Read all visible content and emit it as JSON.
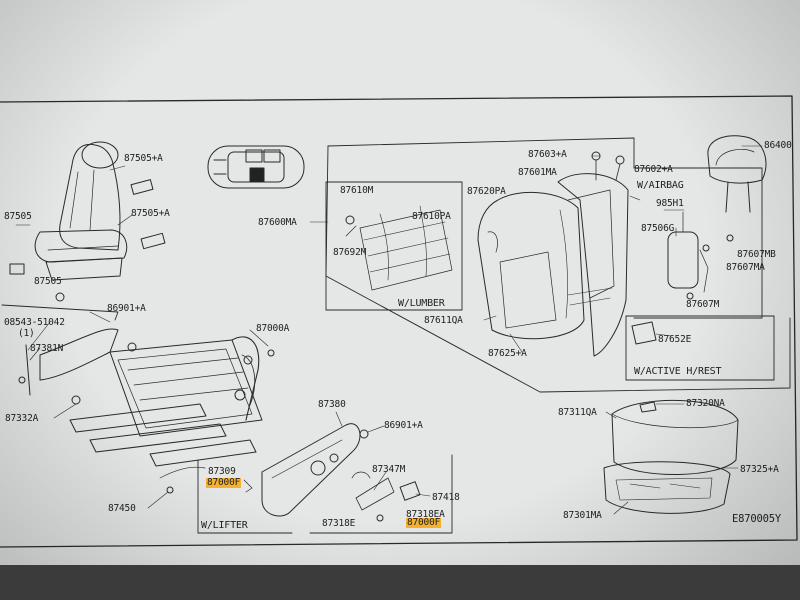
{
  "diagram_code": "E870005Y",
  "sections": {
    "lumber": "W/LUMBER",
    "airbag": "W/AIRBAG",
    "active_rest": "W/ACTIVE H/REST",
    "lifter": "W/LIFTER"
  },
  "parts": {
    "p87505a_top": "87505+A",
    "p87505": "87505",
    "p87505a_mid": "87505+A",
    "p87505_low": "87505",
    "p08543": "08543-51042",
    "p08543_qty": "(1)",
    "p86901a_top": "86901+A",
    "p87381n": "87381N",
    "p87332a": "87332A",
    "p87000a": "87000A",
    "p87450": "87450",
    "p87380": "87380",
    "p86901a_mid": "86901+A",
    "p87309": "87309",
    "p87000f_1": "87000F",
    "p87347m": "87347M",
    "p87418": "87418",
    "p87318ea": "87318EA",
    "p87000f_2": "87000F",
    "p87318e": "87318E",
    "p87600ma": "87600MA",
    "p87610m": "87610M",
    "p87610pa": "87610PA",
    "p87692m": "87692M",
    "p87620pa": "87620PA",
    "p87611qa": "87611QA",
    "p87625a": "87625+A",
    "p87603a": "87603+A",
    "p87601ma": "87601MA",
    "p87602a": "87602+A",
    "p985h1": "985H1",
    "p87506g": "87506G",
    "p87607mb": "87607MB",
    "p87607ma": "87607MA",
    "p87607m": "87607M",
    "p87652e": "87652E",
    "p86400": "86400",
    "p87311qa": "87311QA",
    "p87320na": "87320NA",
    "p87325a": "87325+A",
    "p87301ma": "87301MA"
  }
}
